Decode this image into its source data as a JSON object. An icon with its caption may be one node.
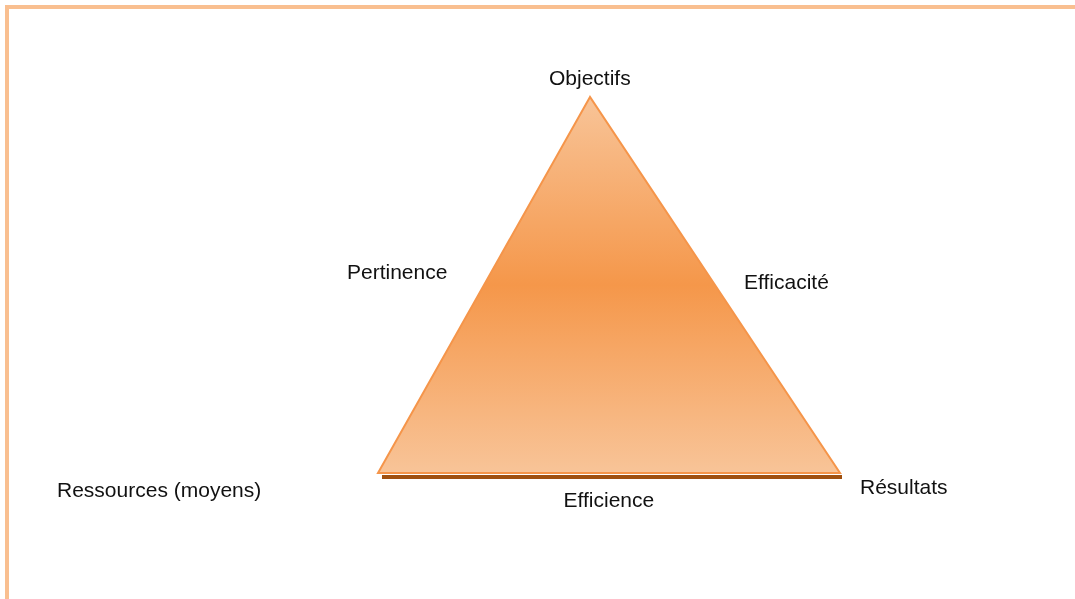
{
  "diagram": {
    "labels": [
      "Objectifs",
      "Pertinence",
      "Efficacité",
      "Ressources (moyens)",
      "Résultats",
      "Efficience"
    ]
  }
}
